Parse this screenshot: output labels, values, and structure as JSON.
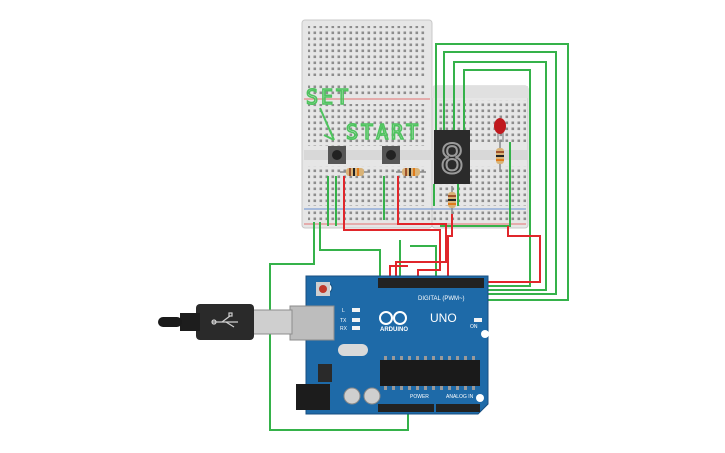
{
  "annotations": {
    "set_label": "SET",
    "start_label": "START"
  },
  "arduino": {
    "brand": "ARDUINO",
    "model": "UNO",
    "digital_header": "DIGITAL (PWM~)",
    "power_header": "POWER",
    "analog_header": "ANALOG IN",
    "led_l": "L",
    "led_tx": "TX",
    "led_rx": "RX",
    "led_on": "ON"
  },
  "display": {
    "digit": "8"
  },
  "colors": {
    "breadboard": "#e6e6e6",
    "board": "#1e6aa8",
    "wire_green": "#35b24a",
    "wire_red": "#e0262b",
    "led": "#c0191e",
    "display_body": "#2b2b2b",
    "display_segment": "#9a9a9a",
    "annotation": "#4ec45e"
  },
  "icons": {
    "usb": "usb-cable-icon",
    "button": "push-button-icon",
    "resistor": "resistor-icon"
  }
}
